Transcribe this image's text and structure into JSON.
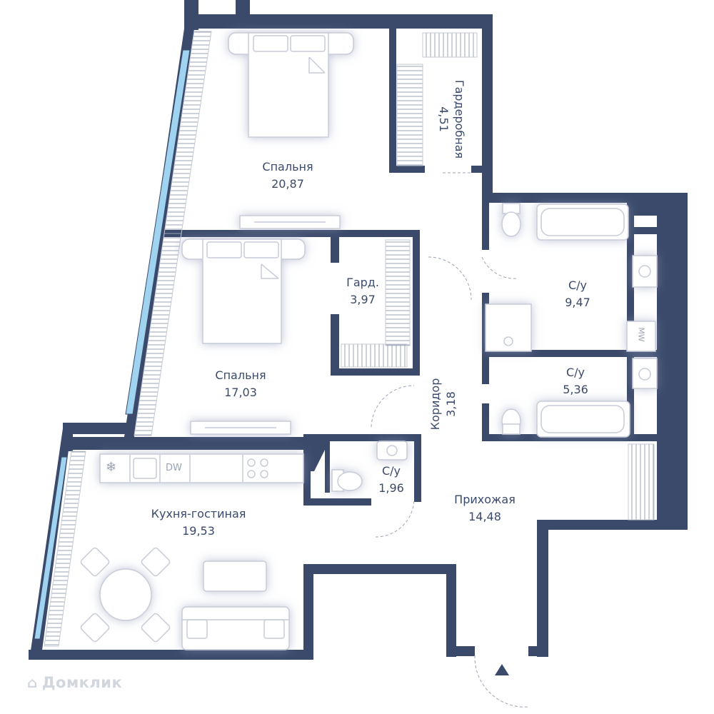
{
  "rooms": {
    "bedroom_top": {
      "name": "Спальня",
      "area": "20,87"
    },
    "wardrobe_top": {
      "name": "Гардеробная",
      "area": "4,51"
    },
    "bedroom_mid": {
      "name": "Спальня",
      "area": "17,03"
    },
    "wardrobe_mid": {
      "name": "Гард.",
      "area": "3,97"
    },
    "bath_large": {
      "name": "С/у",
      "area": "9,47"
    },
    "bath_mid": {
      "name": "С/у",
      "area": "5,36"
    },
    "corridor": {
      "name": "Коридор",
      "area": "3,18"
    },
    "wc_small": {
      "name": "С/у",
      "area": "1,96"
    },
    "hall": {
      "name": "Прихожая",
      "area": "14,48"
    },
    "kitchen": {
      "name": "Кухня-гостиная",
      "area": "19,53"
    }
  },
  "appliance_labels": {
    "dishwasher": "DW",
    "washer": "MW"
  },
  "watermark": "Домклик",
  "colors": {
    "wall": "#3b4a6b",
    "window": "#9fd3ef",
    "furniture_stroke": "#c7ccd8",
    "text": "#3b4a6b"
  }
}
